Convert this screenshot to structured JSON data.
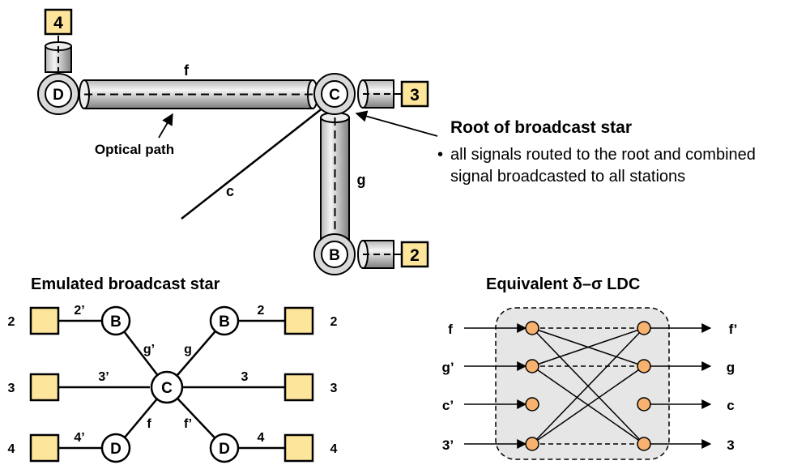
{
  "top": {
    "stations": {
      "s4": "4",
      "s3": "3",
      "s2": "2"
    },
    "nodes": {
      "D": "D",
      "C": "C",
      "B": "B"
    },
    "fibers": {
      "f": "f",
      "g": "g",
      "c": "c"
    },
    "optical_path_label": "Optical path"
  },
  "root_note": {
    "title": "Root of broadcast star",
    "bullet": "•",
    "text": "all signals routed to the root and combined signal broadcasted to all stations"
  },
  "emulated": {
    "title": "Emulated broadcast star",
    "center": "C",
    "left_stations": [
      "2",
      "3",
      "4"
    ],
    "right_stations": [
      "2",
      "3",
      "4"
    ],
    "left_nodes": {
      "top": "B",
      "bottom": "D"
    },
    "right_nodes": {
      "top": "B",
      "bottom": "D"
    },
    "left_links": [
      "2’",
      "3’",
      "4’"
    ],
    "right_links": [
      "2",
      "3",
      "4"
    ],
    "spokes": {
      "upper_left": "g’",
      "upper_right": "g",
      "lower_left": "f",
      "lower_right": "f’"
    }
  },
  "ldc": {
    "title": "Equivalent δ–σ LDC",
    "inputs": [
      "f",
      "g’",
      "c’",
      "3’"
    ],
    "outputs": [
      "f’",
      "g",
      "c",
      "3"
    ]
  },
  "colors": {
    "station_fill": "#fde69c",
    "node_ring": "#d9d9d9",
    "ldc_box": "#e6e6e6",
    "ldc_dot": "#f7b26f",
    "fiber_light": "#f2f2f2",
    "fiber_dark": "#8c8c8c"
  }
}
